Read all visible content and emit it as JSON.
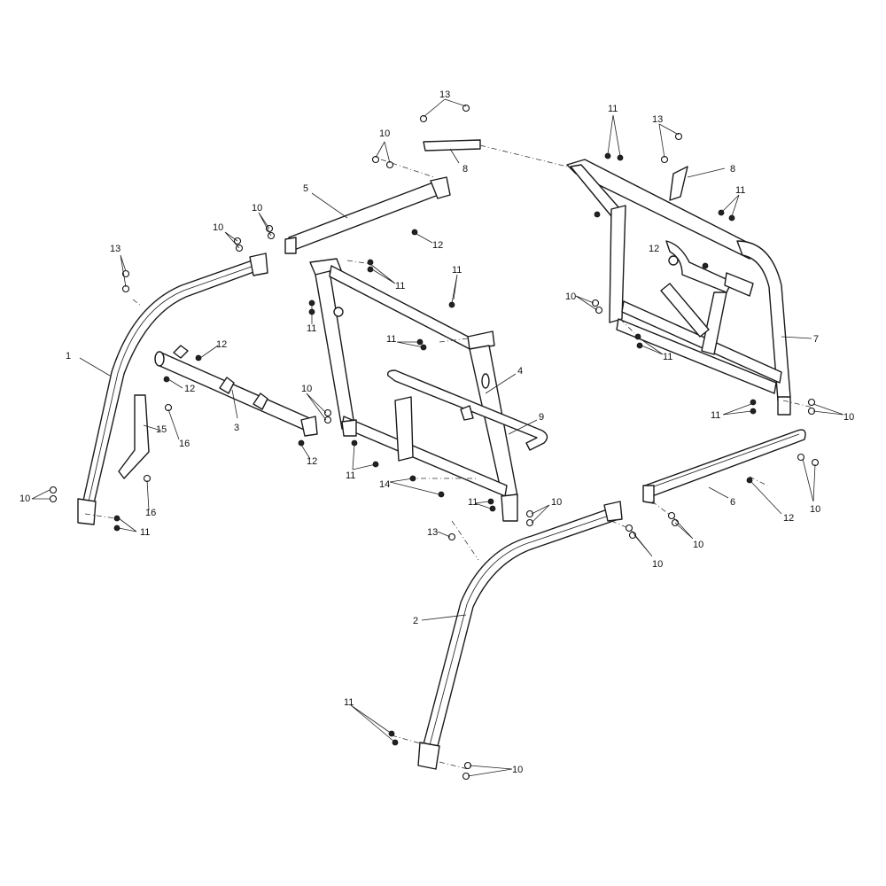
{
  "diagram": {
    "callouts": [
      {
        "id": "c-1",
        "text": "1"
      },
      {
        "id": "c-2",
        "text": "2"
      },
      {
        "id": "c-3",
        "text": "3"
      },
      {
        "id": "c-4",
        "text": "4"
      },
      {
        "id": "c-5",
        "text": "5"
      },
      {
        "id": "c-6",
        "text": "6"
      },
      {
        "id": "c-7",
        "text": "7"
      },
      {
        "id": "c-8a",
        "text": "8"
      },
      {
        "id": "c-8b",
        "text": "8"
      },
      {
        "id": "c-9",
        "text": "9"
      },
      {
        "id": "c-10",
        "text": "10"
      },
      {
        "id": "c-11",
        "text": "11"
      },
      {
        "id": "c-12",
        "text": "12"
      },
      {
        "id": "c-13",
        "text": "13"
      },
      {
        "id": "c-14",
        "text": "14"
      },
      {
        "id": "c-15",
        "text": "15"
      },
      {
        "id": "c-16",
        "text": "16"
      }
    ]
  }
}
